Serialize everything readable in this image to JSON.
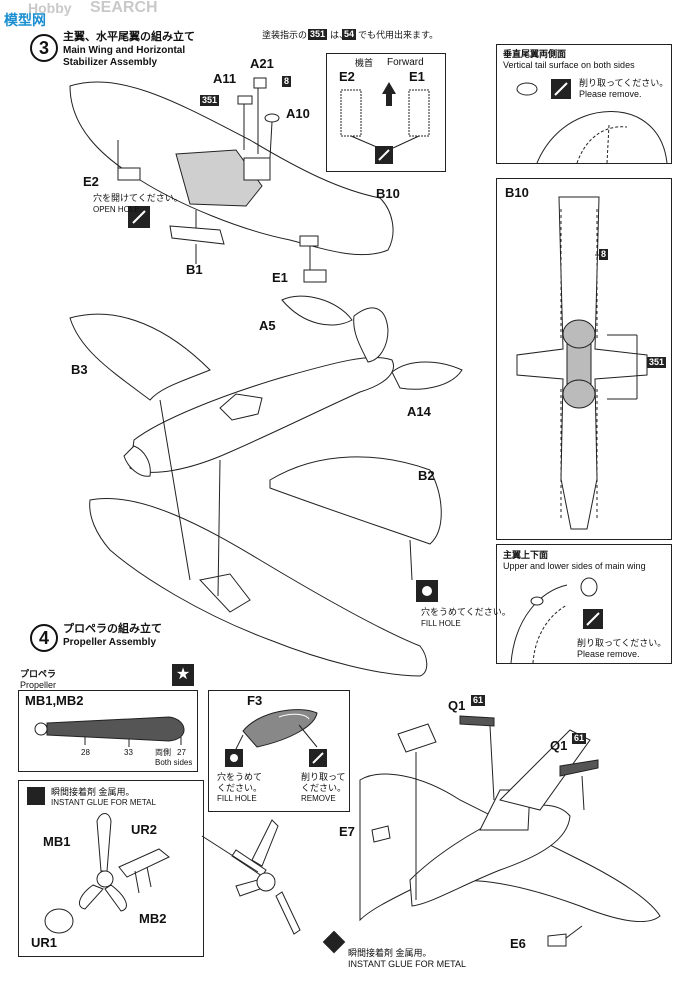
{
  "header": {
    "watermark": "SEARCH",
    "watermark_prefix": "Hobby",
    "side_logo": "模型网"
  },
  "paint_note": {
    "text_a": "塗装指示の",
    "code_a": "351",
    "text_b": "は、",
    "code_b": "54",
    "text_c": "でも代用出来ます。"
  },
  "step3": {
    "number": "3",
    "title_jp": "主翼、水平尾翼の組み立て",
    "title_en_1": "Main Wing and Horizontal",
    "title_en_2": "Stabilizer Assembly"
  },
  "step4": {
    "number": "4",
    "title_jp": "プロペラの組み立て",
    "title_en": "Propeller Assembly"
  },
  "parts": {
    "a21": "A21",
    "a11": "A11",
    "a10": "A10",
    "e2": "E2",
    "e1": "E1",
    "b10": "B10",
    "b1": "B1",
    "a5": "A5",
    "a14": "A14",
    "b3": "B3",
    "b2": "B2",
    "f3": "F3",
    "q1a": "Q1",
    "q1b": "Q1",
    "e7": "E7",
    "e6": "E6",
    "mb1": "MB1",
    "mb2": "MB2",
    "ur1": "UR1",
    "ur2": "UR2",
    "mb1mb2": "MB1,MB2"
  },
  "codes": {
    "c8a": "8",
    "c351a": "351",
    "c8b": "8",
    "c351b": "351",
    "c61a": "61",
    "c61b": "61"
  },
  "notes": {
    "open_hole_jp": "穴を開けてください。",
    "open_hole_en": "OPEN HOLE",
    "forward_jp": "機首",
    "forward_en": "Forward",
    "fill_hole_jp": "穴をうめてください。",
    "fill_hole_en": "FILL HOLE",
    "fill_hole_jp2": "穴をうめて",
    "fill_hole_jp2b": "ください。",
    "fill_hole_en2": "FILL HOLE",
    "remove_jp2": "削り取って",
    "remove_jp2b": "ください。",
    "remove_en2": "REMOVE",
    "glue_jp": "瞬間接着剤 金属用。",
    "glue_en": "INSTANT GLUE FOR METAL",
    "glue2_jp": "瞬間接着剤 金属用。",
    "glue2_en": "INSTANT GLUE FOR METAL"
  },
  "inset_tail": {
    "title_jp": "垂直尾翼両側面",
    "title_en": "Vertical tail surface on both sides",
    "remove_jp": "削り取ってください。",
    "remove_en": "Please remove."
  },
  "inset_wing": {
    "title_jp": "主翼上下面",
    "title_en": "Upper and lower sides of main wing",
    "remove_jp": "削り取ってください。",
    "remove_en": "Please remove."
  },
  "propeller": {
    "title_jp": "プロペラ",
    "title_en": "Propeller",
    "code_28": "28",
    "code_33": "33",
    "both_jp": "両側",
    "code_27": "27",
    "both_en": "Both sides"
  }
}
